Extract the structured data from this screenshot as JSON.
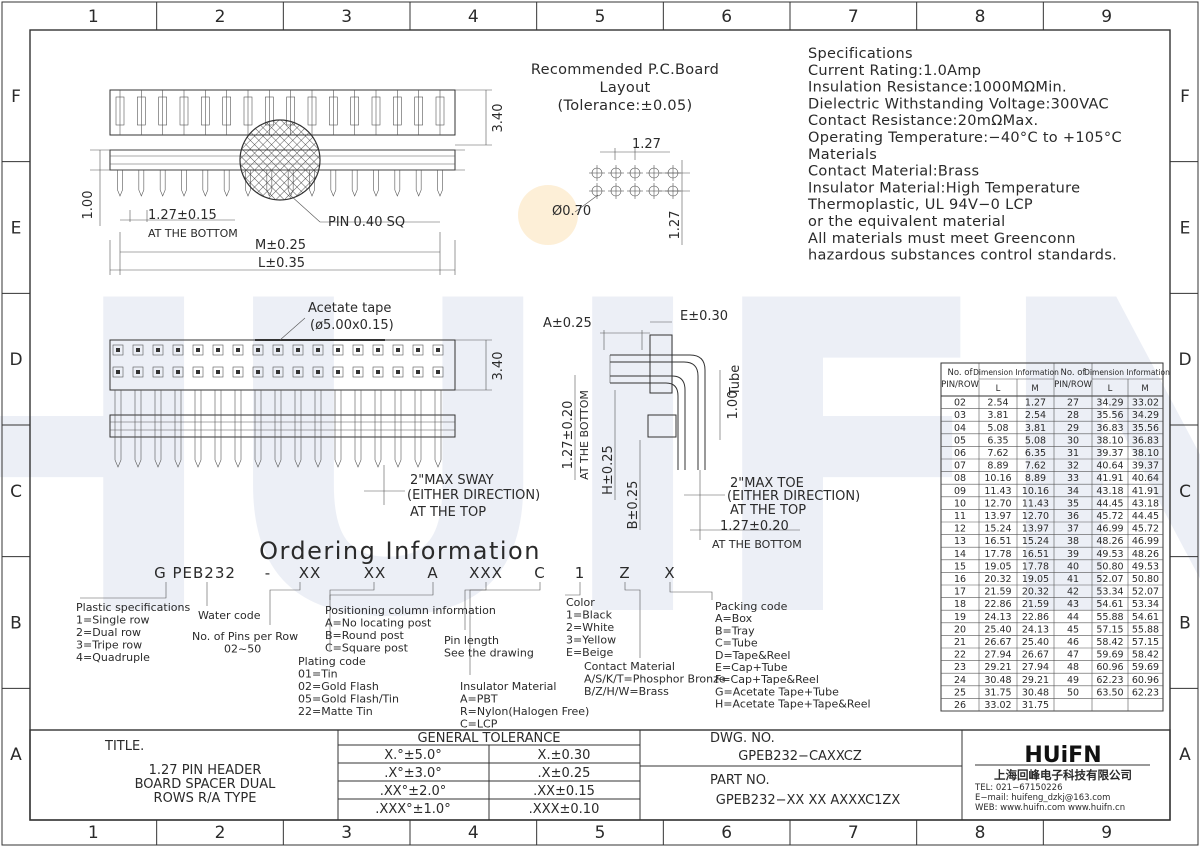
{
  "frame": {
    "columns": [
      "1",
      "2",
      "3",
      "4",
      "5",
      "6",
      "7",
      "8",
      "9"
    ],
    "rows": [
      "F",
      "E",
      "D",
      "C",
      "B",
      "A"
    ]
  },
  "watermark": "HUIFN",
  "top_view": {
    "height_dim": "3.40",
    "left_dim": "1.00",
    "pitch_dim": "1.27±0.15",
    "pitch_note": "AT THE BOTTOM",
    "pin_label": "PIN 0.40 SQ",
    "m_dim": "M±0.25",
    "l_dim": "L±0.35",
    "pin_count": 16
  },
  "pcb_layout": {
    "title_1": "Recommended P.C.Board",
    "title_2": "Layout",
    "title_3": "(Tolerance:±0.05)",
    "pitch_h": "1.27",
    "pitch_v": "1.27",
    "hole": "Ø0.70"
  },
  "specifications": [
    "Specifications",
    "Current Rating:1.0Amp",
    "Insulation  Resistance:1000MΩMin.",
    "Dielectric  Withstanding  Voltage:300VAC",
    "Contact  Resistance:20mΩMax.",
    "Operating  Temperature:−40°C  to  +105°C",
    "Materials",
    "Contact  Material:Brass",
    "Insulator  Material:High  Temperature",
    "Thermoplastic,  UL  94V−0  LCP",
    "or  the  equivalent  material",
    "All  materials  must  meet  Greenconn",
    "hazardous  substances  control  standards."
  ],
  "front_view": {
    "tape_label": "Acetate  tape",
    "tape_dim": "(ø5.00x0.15)",
    "height_dim": "3.40",
    "sway_1": "2\"MAX  SWAY",
    "sway_2": "(EITHER  DIRECTION)",
    "sway_3": "AT  THE  TOP"
  },
  "side_view": {
    "a_dim": "A±0.25",
    "e_dim": "E±0.30",
    "tube_dim": "1.00",
    "tube_label": "Tube",
    "v_pitch": "1.27±0.20",
    "v_pitch_note": "AT THE BOTTOM",
    "h_dim": "H±0.25",
    "b_dim": "B±0.25",
    "toe_1": "2\"MAX  TOE",
    "toe_2": "(EITHER  DIRECTION)",
    "toe_3": "AT  THE  TOP",
    "bottom_pitch": "1.27±0.20",
    "bottom_note": "AT THE BOTTOM"
  },
  "ordering": {
    "title": "Ordering Information",
    "code_parts": [
      "G PEB232",
      "-",
      "XX",
      "XX",
      "A",
      "XXX",
      "C",
      "1",
      "Z",
      "X"
    ],
    "plastic": [
      "Plastic  specifications",
      "1=Single  row",
      "2=Dual  row",
      "3=Tripe  row",
      "4=Quadruple"
    ],
    "water": "Water  code",
    "pins": [
      "No. of  Pins  per  Row",
      "02~50"
    ],
    "plating": [
      "Plating  code",
      "01=Tin",
      "02=Gold  Flash",
      "05=Gold  Flash/Tin",
      "22=Matte  Tin"
    ],
    "positioning": [
      "Positioning  column  information",
      "A=No  locating  post",
      "B=Round  post",
      "C=Square  post"
    ],
    "pin_length": [
      "Pin  length",
      "See  the  drawing"
    ],
    "insulator": [
      "Insulator  Material",
      "A=PBT",
      "R=Nylon(Halogen  Free)",
      "C=LCP"
    ],
    "color": [
      "Color",
      "1=Black",
      "2=White",
      "3=Yellow",
      "E=Beige"
    ],
    "contact": [
      "Contact  Material",
      "A/S/K/T=Phosphor  Bronze",
      "B/Z/H/W=Brass"
    ],
    "packing": [
      "Packing  code",
      "A=Box",
      "B=Tray",
      "C=Tube",
      "D=Tape&Reel",
      "E=Cap+Tube",
      "F=Cap+Tape&Reel",
      "G=Acetate  Tape+Tube",
      "H=Acetate  Tape+Tape&Reel"
    ]
  },
  "dimension_table": {
    "h_pins": "No.  of",
    "h_pins2": "PIN/ROW",
    "h_info": "Dimension  Information",
    "h_l": "L",
    "h_m": "M",
    "rows": [
      [
        "02",
        "2.54",
        "1.27",
        "27",
        "34.29",
        "33.02"
      ],
      [
        "03",
        "3.81",
        "2.54",
        "28",
        "35.56",
        "34.29"
      ],
      [
        "04",
        "5.08",
        "3.81",
        "29",
        "36.83",
        "35.56"
      ],
      [
        "05",
        "6.35",
        "5.08",
        "30",
        "38.10",
        "36.83"
      ],
      [
        "06",
        "7.62",
        "6.35",
        "31",
        "39.37",
        "38.10"
      ],
      [
        "07",
        "8.89",
        "7.62",
        "32",
        "40.64",
        "39.37"
      ],
      [
        "08",
        "10.16",
        "8.89",
        "33",
        "41.91",
        "40.64"
      ],
      [
        "09",
        "11.43",
        "10.16",
        "34",
        "43.18",
        "41.91"
      ],
      [
        "10",
        "12.70",
        "11.43",
        "35",
        "44.45",
        "43.18"
      ],
      [
        "11",
        "13.97",
        "12.70",
        "36",
        "45.72",
        "44.45"
      ],
      [
        "12",
        "15.24",
        "13.97",
        "37",
        "46.99",
        "45.72"
      ],
      [
        "13",
        "16.51",
        "15.24",
        "38",
        "48.26",
        "46.99"
      ],
      [
        "14",
        "17.78",
        "16.51",
        "39",
        "49.53",
        "48.26"
      ],
      [
        "15",
        "19.05",
        "17.78",
        "40",
        "50.80",
        "49.53"
      ],
      [
        "16",
        "20.32",
        "19.05",
        "41",
        "52.07",
        "50.80"
      ],
      [
        "17",
        "21.59",
        "20.32",
        "42",
        "53.34",
        "52.07"
      ],
      [
        "18",
        "22.86",
        "21.59",
        "43",
        "54.61",
        "53.34"
      ],
      [
        "19",
        "24.13",
        "22.86",
        "44",
        "55.88",
        "54.61"
      ],
      [
        "20",
        "25.40",
        "24.13",
        "45",
        "57.15",
        "55.88"
      ],
      [
        "21",
        "26.67",
        "25.40",
        "46",
        "58.42",
        "57.15"
      ],
      [
        "22",
        "27.94",
        "26.67",
        "47",
        "59.69",
        "58.42"
      ],
      [
        "23",
        "29.21",
        "27.94",
        "48",
        "60.96",
        "59.69"
      ],
      [
        "24",
        "30.48",
        "29.21",
        "49",
        "62.23",
        "60.96"
      ],
      [
        "25",
        "31.75",
        "30.48",
        "50",
        "63.50",
        "62.23"
      ],
      [
        "26",
        "33.02",
        "31.75",
        "",
        "",
        ""
      ]
    ]
  },
  "title_block": {
    "title_label": "TITLE.",
    "title_1": "1.27  PIN  HEADER",
    "title_2": "BOARD  SPACER  DUAL",
    "title_3": "ROWS  R/A  TYPE",
    "tolerance_header": "GENERAL  TOLERANCE",
    "tolerances": [
      [
        "X.°±5.0°",
        "X.±0.30"
      ],
      [
        ".X°±3.0°",
        ".X±0.25"
      ],
      [
        ".XX°±2.0°",
        ".XX±0.15"
      ],
      [
        ".XXX°±1.0°",
        ".XXX±0.10"
      ]
    ],
    "dwg_label": "DWG.  NO.",
    "dwg_no": "GPEB232−CAXXCZ",
    "part_label": "PART  NO.",
    "part_no": "GPEB232−XX  XX  AXXXC1ZX",
    "company_logo": "HUiFN",
    "company_name": "上海回峰电子科技有限公司",
    "tel": "TEL:  021−67150226",
    "email": "E−mail:  huifeng_dzkj@163.com",
    "web": "WEB: www.huifn.com  www.huifn.cn"
  }
}
